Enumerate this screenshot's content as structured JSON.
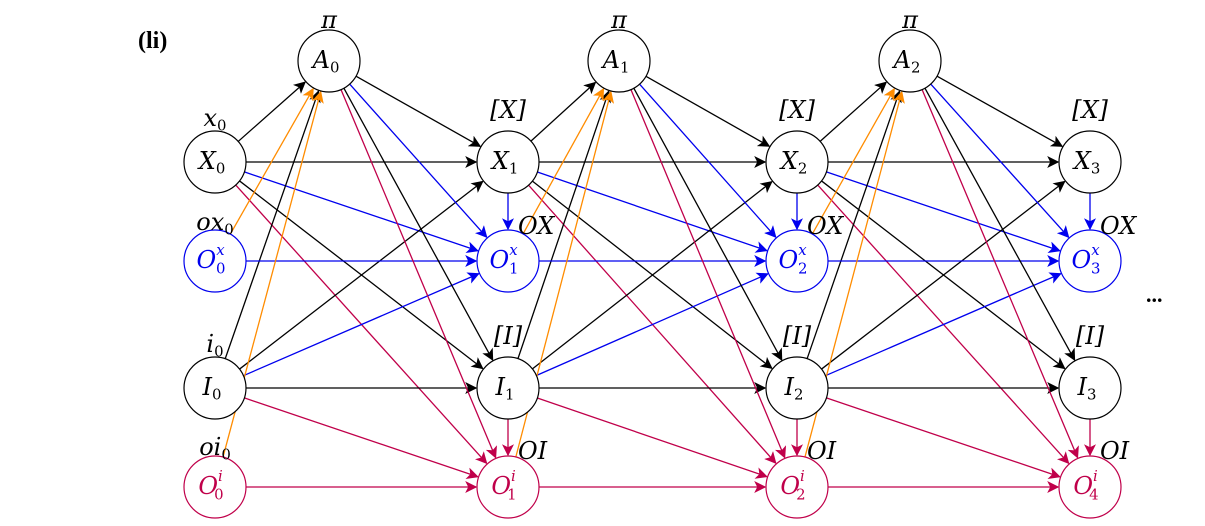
{
  "panel_label": "(li)",
  "ellipsis": "...",
  "colors": {
    "black": "#000000",
    "blue": "#0000ee",
    "crimson": "#c0004a",
    "orange": "#ff8c00"
  },
  "nodes": [
    {
      "id": "A0",
      "main": "A",
      "sub": "0",
      "color": "black"
    },
    {
      "id": "A1",
      "main": "A",
      "sub": "1",
      "color": "black"
    },
    {
      "id": "A2",
      "main": "A",
      "sub": "2",
      "color": "black"
    },
    {
      "id": "X0",
      "main": "X",
      "sub": "0",
      "color": "black"
    },
    {
      "id": "X1",
      "main": "X",
      "sub": "1",
      "color": "black"
    },
    {
      "id": "X2",
      "main": "X",
      "sub": "2",
      "color": "black"
    },
    {
      "id": "X3",
      "main": "X",
      "sub": "3",
      "color": "black"
    },
    {
      "id": "OX0",
      "main": "O",
      "sub": "0",
      "sup": "x",
      "color": "blue"
    },
    {
      "id": "OX1",
      "main": "O",
      "sub": "1",
      "sup": "x",
      "color": "blue"
    },
    {
      "id": "OX2",
      "main": "O",
      "sub": "2",
      "sup": "x",
      "color": "blue"
    },
    {
      "id": "OX3",
      "main": "O",
      "sub": "3",
      "sup": "x",
      "color": "blue"
    },
    {
      "id": "I0",
      "main": "I",
      "sub": "0",
      "color": "black"
    },
    {
      "id": "I1",
      "main": "I",
      "sub": "1",
      "color": "black"
    },
    {
      "id": "I2",
      "main": "I",
      "sub": "2",
      "color": "black"
    },
    {
      "id": "I3",
      "main": "I",
      "sub": "3",
      "color": "black"
    },
    {
      "id": "OI0",
      "main": "O",
      "sub": "0",
      "sup": "i",
      "color": "crimson"
    },
    {
      "id": "OI1",
      "main": "O",
      "sub": "1",
      "sup": "i",
      "color": "crimson"
    },
    {
      "id": "OI2",
      "main": "O",
      "sub": "2",
      "sup": "i",
      "color": "crimson"
    },
    {
      "id": "OI4",
      "main": "O",
      "sub": "4",
      "sup": "i",
      "color": "crimson"
    }
  ],
  "labels": [
    {
      "id": "pi0",
      "text": "π"
    },
    {
      "id": "pi1",
      "text": "π"
    },
    {
      "id": "pi2",
      "text": "π"
    },
    {
      "id": "x0",
      "main": "x",
      "sub": "0"
    },
    {
      "id": "ox0",
      "main": "ox",
      "sub": "0"
    },
    {
      "id": "i0",
      "main": "i",
      "sub": "0"
    },
    {
      "id": "oi0",
      "main": "oi",
      "sub": "0"
    },
    {
      "id": "X1b",
      "text": "[X]"
    },
    {
      "id": "X2b",
      "text": "[X]"
    },
    {
      "id": "X3b",
      "text": "[X]"
    },
    {
      "id": "I1b",
      "text": "[I]"
    },
    {
      "id": "I2b",
      "text": "[I]"
    },
    {
      "id": "I3b",
      "text": "[I]"
    },
    {
      "id": "OX1l",
      "text": "OX"
    },
    {
      "id": "OX2l",
      "text": "OX"
    },
    {
      "id": "OX3l",
      "text": "OX"
    },
    {
      "id": "OI1l",
      "text": "OI"
    },
    {
      "id": "OI2l",
      "text": "OI"
    },
    {
      "id": "OI4l",
      "text": "OI"
    }
  ],
  "edges": [
    [
      "X0",
      "A0",
      "black"
    ],
    [
      "X0",
      "X1",
      "black"
    ],
    [
      "X0",
      "OX1",
      "blue"
    ],
    [
      "X0",
      "I1",
      "black"
    ],
    [
      "X0",
      "OI1",
      "crimson"
    ],
    [
      "I0",
      "A0",
      "black"
    ],
    [
      "I0",
      "X1",
      "black"
    ],
    [
      "I0",
      "OX1",
      "blue"
    ],
    [
      "I0",
      "I1",
      "black"
    ],
    [
      "I0",
      "OI1",
      "crimson"
    ],
    [
      "OX0",
      "OX1",
      "blue"
    ],
    [
      "OX0",
      "A0",
      "orange"
    ],
    [
      "OI0",
      "OI1",
      "crimson"
    ],
    [
      "OI0",
      "A0",
      "orange"
    ],
    [
      "A0",
      "X1",
      "black"
    ],
    [
      "A0",
      "OX1",
      "blue"
    ],
    [
      "A0",
      "I1",
      "black"
    ],
    [
      "A0",
      "OI1",
      "crimson"
    ],
    [
      "X1",
      "OX1",
      "blue"
    ],
    [
      "I1",
      "OI1",
      "crimson"
    ],
    [
      "X1",
      "A1",
      "black"
    ],
    [
      "X1",
      "X2",
      "black"
    ],
    [
      "X1",
      "OX2",
      "blue"
    ],
    [
      "X1",
      "I2",
      "black"
    ],
    [
      "X1",
      "OI2",
      "crimson"
    ],
    [
      "I1",
      "A1",
      "black"
    ],
    [
      "I1",
      "X2",
      "black"
    ],
    [
      "I1",
      "OX2",
      "blue"
    ],
    [
      "I1",
      "I2",
      "black"
    ],
    [
      "I1",
      "OI2",
      "crimson"
    ],
    [
      "OX1",
      "OX2",
      "blue"
    ],
    [
      "OX1",
      "A1",
      "orange"
    ],
    [
      "OI1",
      "OI2",
      "crimson"
    ],
    [
      "OI1",
      "A1",
      "orange"
    ],
    [
      "A1",
      "X2",
      "black"
    ],
    [
      "A1",
      "OX2",
      "blue"
    ],
    [
      "A1",
      "I2",
      "black"
    ],
    [
      "A1",
      "OI2",
      "crimson"
    ],
    [
      "X2",
      "OX2",
      "blue"
    ],
    [
      "I2",
      "OI2",
      "crimson"
    ],
    [
      "X2",
      "A2",
      "black"
    ],
    [
      "X2",
      "X3",
      "black"
    ],
    [
      "X2",
      "OX3",
      "blue"
    ],
    [
      "X2",
      "I3",
      "black"
    ],
    [
      "X2",
      "OI4",
      "crimson"
    ],
    [
      "I2",
      "A2",
      "black"
    ],
    [
      "I2",
      "X3",
      "black"
    ],
    [
      "I2",
      "OX3",
      "blue"
    ],
    [
      "I2",
      "I3",
      "black"
    ],
    [
      "I2",
      "OI4",
      "crimson"
    ],
    [
      "OX2",
      "OX3",
      "blue"
    ],
    [
      "OX2",
      "A2",
      "orange"
    ],
    [
      "OI2",
      "OI4",
      "crimson"
    ],
    [
      "OI2",
      "A2",
      "orange"
    ],
    [
      "A2",
      "X3",
      "black"
    ],
    [
      "A2",
      "OX3",
      "blue"
    ],
    [
      "A2",
      "I3",
      "black"
    ],
    [
      "A2",
      "OI4",
      "crimson"
    ],
    [
      "X3",
      "OX3",
      "blue"
    ],
    [
      "I3",
      "OI4",
      "crimson"
    ]
  ]
}
